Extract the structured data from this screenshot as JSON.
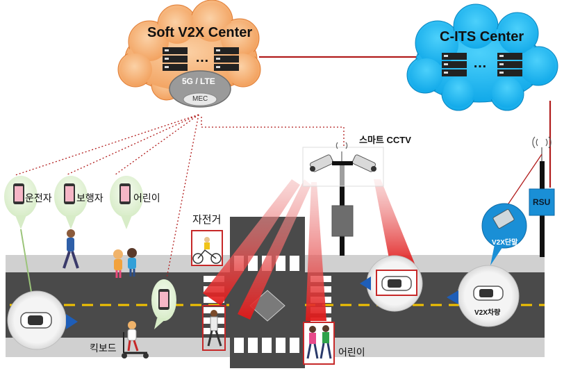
{
  "soft_v2x": {
    "title": "Soft V2X Center",
    "ellipsis": "…",
    "network_label": "5G / LTE",
    "mec_label": "MEC"
  },
  "c_its": {
    "title": "C-ITS Center",
    "ellipsis": "…"
  },
  "cctv_label": "스마트 CCTV",
  "rsu_label": "RSU",
  "v2x_terminal_label": "V2X단말",
  "v2x_vehicle_label": "V2X차량",
  "phones": [
    {
      "label": "운전자"
    },
    {
      "label": "보행자"
    },
    {
      "label": "어린이"
    }
  ],
  "bicycle_label": "자전거",
  "kickboard_label": "킥보드",
  "child_crossing_label": "어린이",
  "colors": {
    "soft_cloud": "#f6a96a",
    "cits_cloud": "#17b4ee",
    "link_line": "#b11c1c",
    "road": "#4a4a4a",
    "sidewalk": "#cfcfcf",
    "lane_mark": "#f3c300",
    "cctv_beam": "#e01818",
    "rsu_box": "#1a8fd6"
  }
}
